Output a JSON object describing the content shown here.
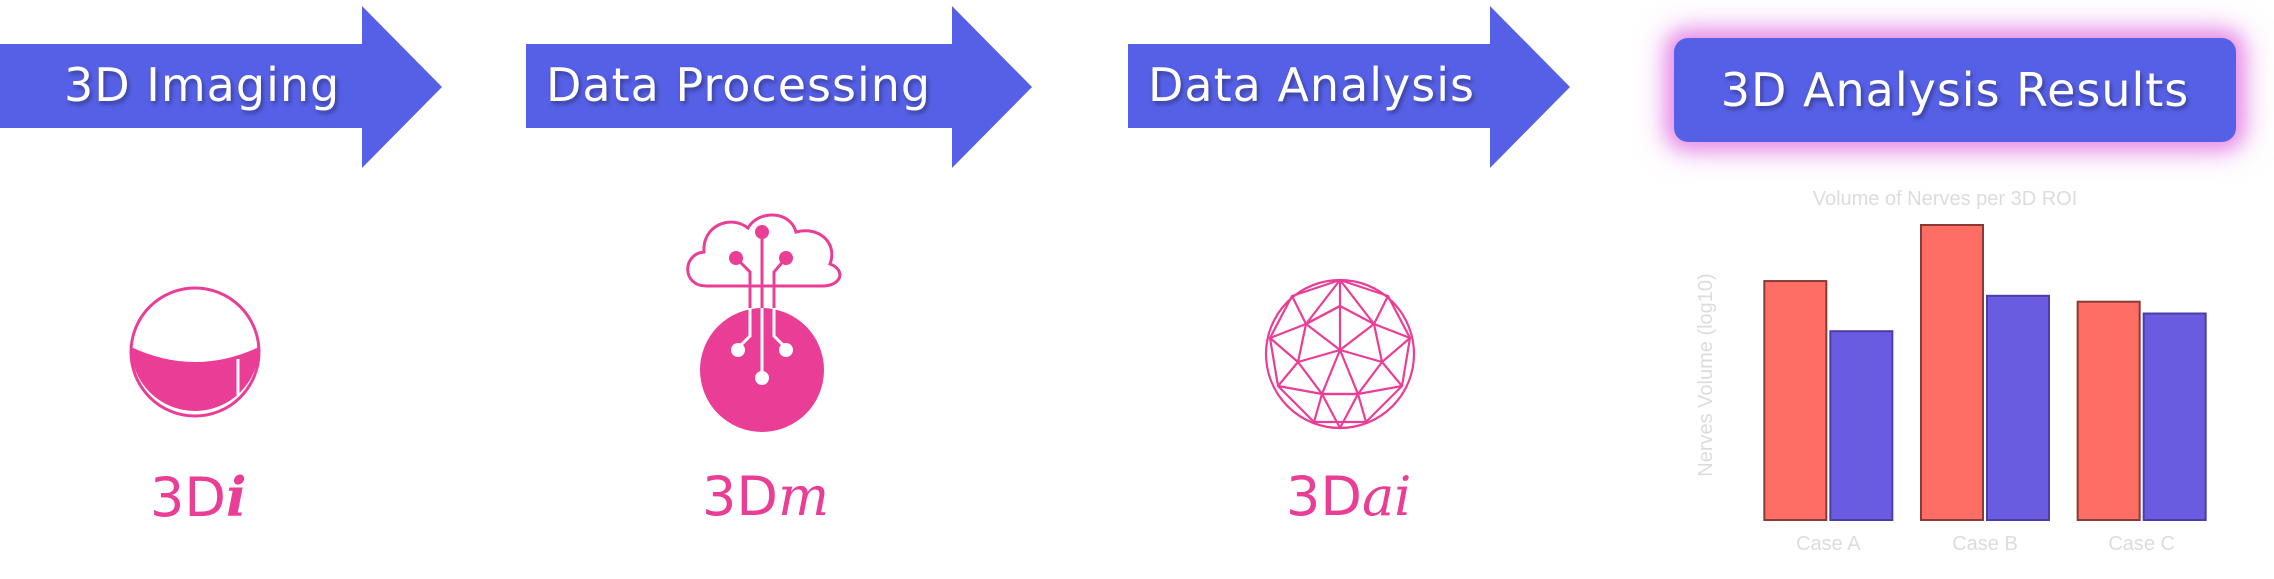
{
  "steps": [
    {
      "label": "3D Imaging"
    },
    {
      "label": "Data Processing"
    },
    {
      "label": "Data Analysis"
    },
    {
      "label": "3D Analysis Results"
    }
  ],
  "tools": [
    {
      "prefix": "3D",
      "suffix": "i"
    },
    {
      "prefix": "3D",
      "suffix": "m"
    },
    {
      "prefix": "3D",
      "suffix": "ai"
    }
  ],
  "icons": [
    "sphere-bowl-icon",
    "cloud-circuit-icon",
    "geodesic-sphere-icon"
  ],
  "colors": {
    "arrow": "#5660e6",
    "accent": "#ea3d96",
    "series_a": "#ff6e64",
    "series_b": "#6a5ce0"
  },
  "chart_data": {
    "type": "bar",
    "title": "Volume of Nerves per 3D ROI",
    "ylabel": "Nerves Volume (log10)",
    "xlabel": "",
    "categories": [
      "Case A",
      "Case B",
      "Case C"
    ],
    "series": [
      {
        "values": [
          0.81,
          1.0,
          0.74
        ]
      },
      {
        "values": [
          0.64,
          0.76,
          0.7
        ]
      }
    ],
    "ylim": [
      0,
      1
    ],
    "grid": false
  }
}
